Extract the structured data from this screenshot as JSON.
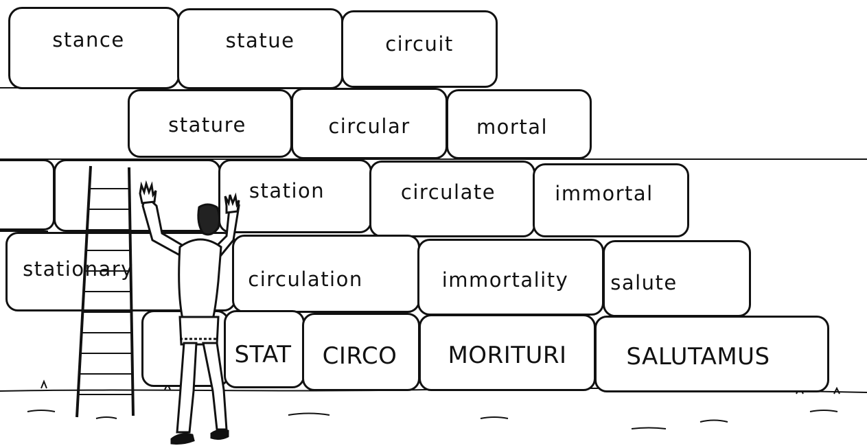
{
  "wall": {
    "rows": [
      [
        "stance",
        "statue",
        "circuit"
      ],
      [
        "stature",
        "circular",
        "mortal"
      ],
      [
        "station",
        "circulate",
        "immortal"
      ],
      [
        "stationary",
        "circulation",
        "immortality",
        "salute"
      ],
      [
        "STAT",
        "CIRCO",
        "MORITURI",
        "SALUTAMUS"
      ]
    ]
  },
  "figure": {
    "subject": "man-with-raised-hands",
    "props": [
      "ladder-icon",
      "ground-grass"
    ]
  },
  "colors": {
    "ink": "#111111",
    "paper": "#ffffff"
  }
}
